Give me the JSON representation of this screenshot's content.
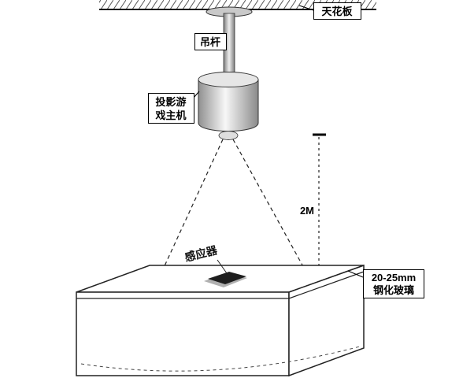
{
  "diagram": {
    "title_implicit": "ceiling projector interactive table setup",
    "ceiling_label": "天花板",
    "rod_label": "吊杆",
    "projector_label_line1": "投影游",
    "projector_label_line2": "戏主机",
    "sensor_label": "感应器",
    "height_dimension": "2M",
    "glass_label_line1": "20-25mm",
    "glass_label_line2": "钢化玻璃"
  },
  "colors": {
    "line": "#222222",
    "background": "#ffffff",
    "metal_dark": "#8a8a8a",
    "metal_light": "#f2f2f2",
    "disc_gray": "#c9c9c9",
    "sensor_dark": "#1e1e1e",
    "sensor_shadow": "#b0b0b0"
  }
}
